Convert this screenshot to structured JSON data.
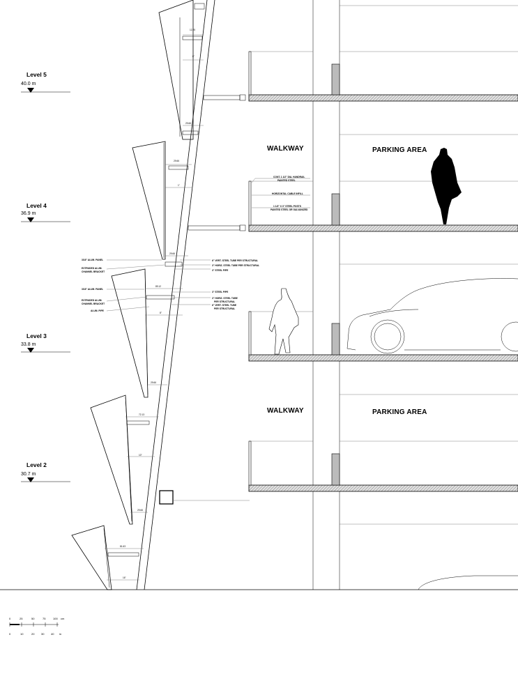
{
  "levels": [
    {
      "name": "Level 5",
      "elevation": "40.0 m"
    },
    {
      "name": "Level 4",
      "elevation": "36.9 m"
    },
    {
      "name": "Level 3",
      "elevation": "33.8 m"
    },
    {
      "name": "Level 2",
      "elevation": "30.7 m"
    }
  ],
  "zones": {
    "walkway": "WALKWAY",
    "parking": "PARKING AREA"
  },
  "railing_notes": [
    "CONT. 1 1/2\" DIA. HANDRAIL",
    "PAINTED STEEL",
    "HORIZONTAL CABLE INFILL",
    "1 1/2\" X 3\" STEEL POSTS",
    "PAINTED STEEL OR GALVANIZED"
  ],
  "panel_notes_upper": {
    "left": [
      "3/16\" ALUM. PANEL",
      "EXTRUDED ALUM.",
      "CHANNEL BRACKET"
    ],
    "right": [
      "6\" VERT. STEEL TUBE PER STRUCTURAL",
      "3\" HORIZ. STEEL TUBE PER STRUCTURAL",
      "3\" STEEL PIPE"
    ]
  },
  "panel_notes_lower": {
    "left": [
      "3/16\" ALUM. PANEL",
      "EXTRUDED ALUM.",
      "CHANNEL BRACKET",
      "ALUM. PIPE"
    ],
    "right": [
      "3\" STEEL PIPE",
      "3\" HORIZ. STEEL TUBE",
      "PER STRUCTURAL",
      "6\" VERT. STEEL TUBE",
      "PER STRUCTURAL"
    ]
  },
  "dimensions": [
    "12.25",
    "8\"",
    "29.66",
    "29.66",
    "1\"",
    "29.66",
    "89.12",
    "8\"",
    "29.66",
    "72.13",
    "10\"",
    "29.66",
    "81.63",
    "16\""
  ],
  "scale_bar": {
    "top_ticks": [
      "0",
      "25",
      "50",
      "75",
      "100"
    ],
    "top_unit": "cm",
    "bottom_ticks": [
      "0",
      "10",
      "20",
      "30",
      "40"
    ],
    "bottom_unit": "in"
  }
}
